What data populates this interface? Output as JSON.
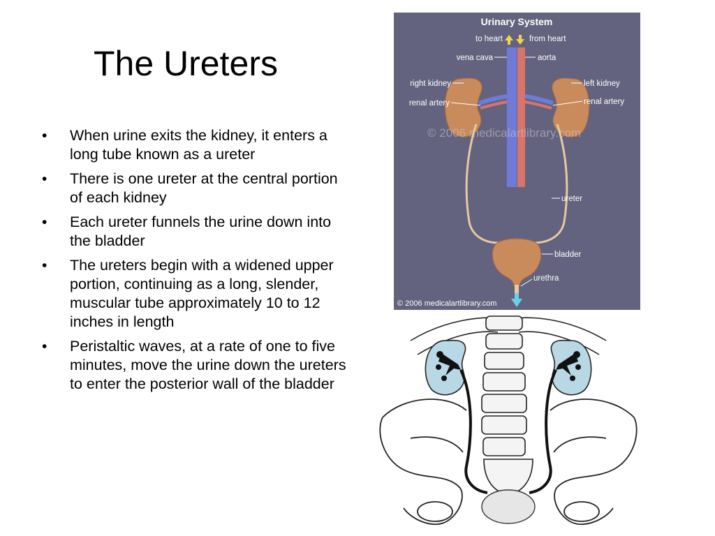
{
  "slide": {
    "title": "The Ureters",
    "bullets": [
      "When urine exits the kidney, it enters a long tube known as a ureter",
      "There is one ureter at the central portion of each kidney",
      "Each ureter funnels the urine down into the bladder",
      "The ureters begin with a widened upper portion, continuing as a long, slender, muscular tube approximately 10 to 12 inches in length",
      "Peristaltic waves, at a rate of one to five minutes, move the urine down the ureters to enter the posterior wall of the bladder"
    ],
    "bullet_glyph": "•"
  },
  "urinary_diagram": {
    "title": "Urinary System",
    "labels": {
      "to_heart": "to heart",
      "from_heart": "from heart",
      "vena_cava": "vena cava",
      "aorta": "aorta",
      "right_kidney": "right kidney",
      "left_kidney": "left kidney",
      "renal_artery_left": "renal artery",
      "renal_artery_right": "renal artery",
      "ureter": "ureter",
      "bladder": "bladder",
      "urethra": "urethra"
    },
    "watermark": "© 2006 medicalartlibrary.com",
    "copyright": "© 2006 medicalartlibrary.com",
    "colors": {
      "background": "#63637f",
      "kidney": "#c98a5c",
      "vena_cava": "#6f7bd8",
      "aorta": "#d9746a",
      "ureter": "#e8c9a0",
      "arrow_yellow": "#f2d64a",
      "arrow_cyan": "#6ad0e8"
    }
  }
}
